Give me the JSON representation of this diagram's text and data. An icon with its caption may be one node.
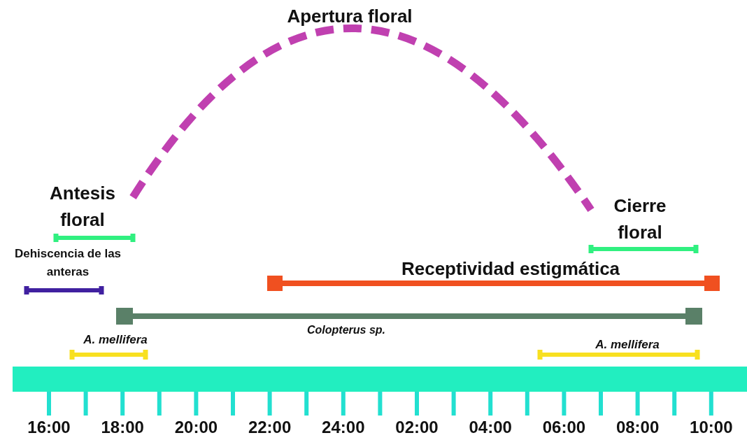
{
  "diagram": {
    "labels": [
      "Apertura floral",
      "Antesis floral",
      "Cierre floral",
      "Dehiscencia de las anteras",
      "Receptividad estigmática",
      "Colopterus sp.",
      "A. mellifera",
      "A. mellifera",
      "16:00",
      "18:00",
      "20:00",
      "22:00",
      "24:00",
      "02:00",
      "04:00",
      "06:00",
      "08:00",
      "10:00"
    ]
  }
}
